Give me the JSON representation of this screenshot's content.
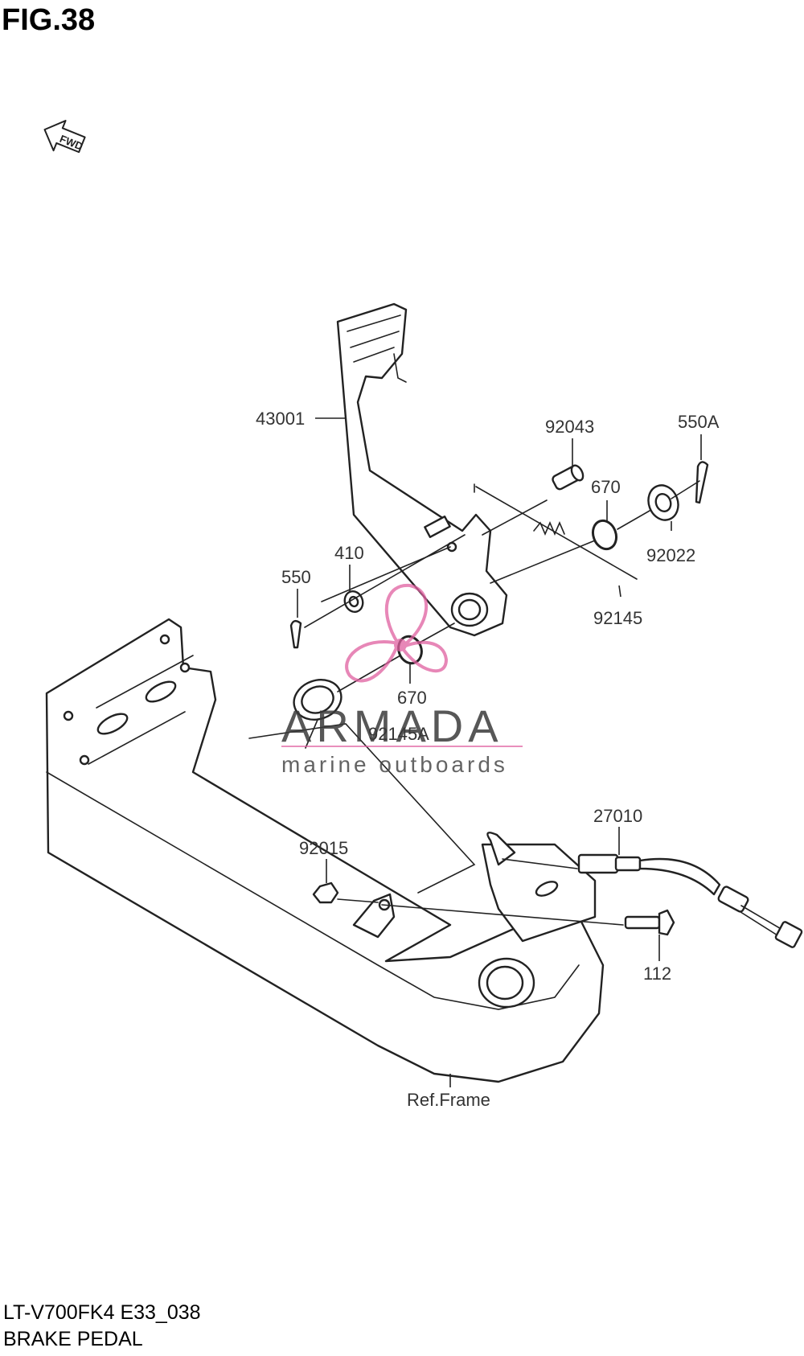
{
  "figure": {
    "title": "FIG.38",
    "model_code": "LT-V700FK4 E33_038",
    "name": "BRAKE PEDAL"
  },
  "direction": {
    "label": "FWD"
  },
  "watermark": {
    "brand": "ARMADA",
    "tagline": "marine outboards",
    "accent_color": "#e060a0",
    "text_color": "#404040"
  },
  "parts": [
    {
      "id": "43001"
    },
    {
      "id": "92043"
    },
    {
      "id": "550A"
    },
    {
      "id": "670"
    },
    {
      "id": "92022"
    },
    {
      "id": "410"
    },
    {
      "id": "550"
    },
    {
      "id": "92145"
    },
    {
      "id": "670"
    },
    {
      "id": "92145A"
    },
    {
      "id": "27010"
    },
    {
      "id": "92015"
    },
    {
      "id": "112"
    },
    {
      "id": "Ref.Frame"
    }
  ]
}
